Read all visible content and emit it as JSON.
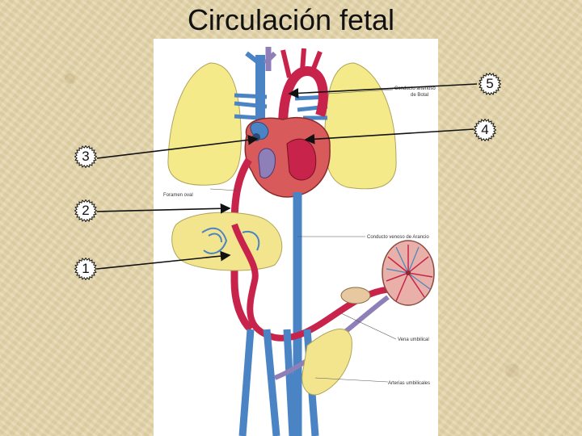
{
  "slide": {
    "title": "Circulación fetal"
  },
  "diagram": {
    "labels": {
      "ductus_arteriosus": [
        "Conducto arterioso",
        "de Botal"
      ],
      "foramen_ovale": "Foramen oval",
      "ductus_venosus": "Conducto venoso de Arancio",
      "umbilical_vein": "Vena umbilical",
      "umbilical_arteries": "Arterias umbilicales"
    },
    "colors": {
      "artery": "#c8234a",
      "vein": "#4a84c4",
      "mixed": "#8f7fb8",
      "lung": "#f5ea8a",
      "liver": "#f3e58e"
    }
  },
  "badges": [
    {
      "number": "5"
    },
    {
      "number": "4"
    },
    {
      "number": "3"
    },
    {
      "number": "2"
    },
    {
      "number": "1"
    }
  ]
}
